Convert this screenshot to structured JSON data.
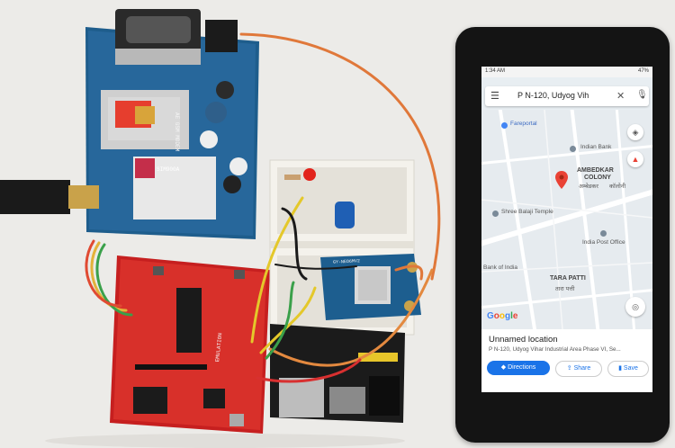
{
  "photo": {
    "description_labels": {
      "gsm_board_chip": "SIM900A",
      "gsm_board_silk": "AE GSM MODEM",
      "dev_board_silk": "EMULATION",
      "gps_board_silk": "GY-NEO6MV2"
    }
  },
  "phone": {
    "status_time": "1:34 AM",
    "status_right": "47%",
    "search": {
      "menu_icon": "hamburger-icon",
      "query": "P N-120, Udyog Vih",
      "close_icon": "close-icon",
      "mic_icon": "mic-icon"
    },
    "map": {
      "labels": {
        "fareportal": "Fareportal",
        "indian_bank": "Indian Bank",
        "ambedkar": "AMBEDKAR",
        "colony": "COLONY",
        "ambedkar_hi": "अम्बेडकर",
        "colony_hi": "कॉलोनी",
        "shree_balaji": "Shree Balaji Temple",
        "india_post": "India Post Office",
        "bank_of_india": "Bank of India",
        "tara_patti": "TARA PATTI",
        "tara_patti_hi": "तारा पत्ती"
      },
      "google_logo": "Google",
      "colors": {
        "road": "#ffffff",
        "pin": "#e94235",
        "poi_blue": "#4285f4",
        "poi_gray": "#7a8a99"
      }
    },
    "sheet": {
      "title": "Unnamed location",
      "address": "P N-120, Udyog Vihar Industrial Area Phase VI, Se...",
      "directions": "Directions",
      "share": "Share",
      "save": "Save"
    }
  }
}
